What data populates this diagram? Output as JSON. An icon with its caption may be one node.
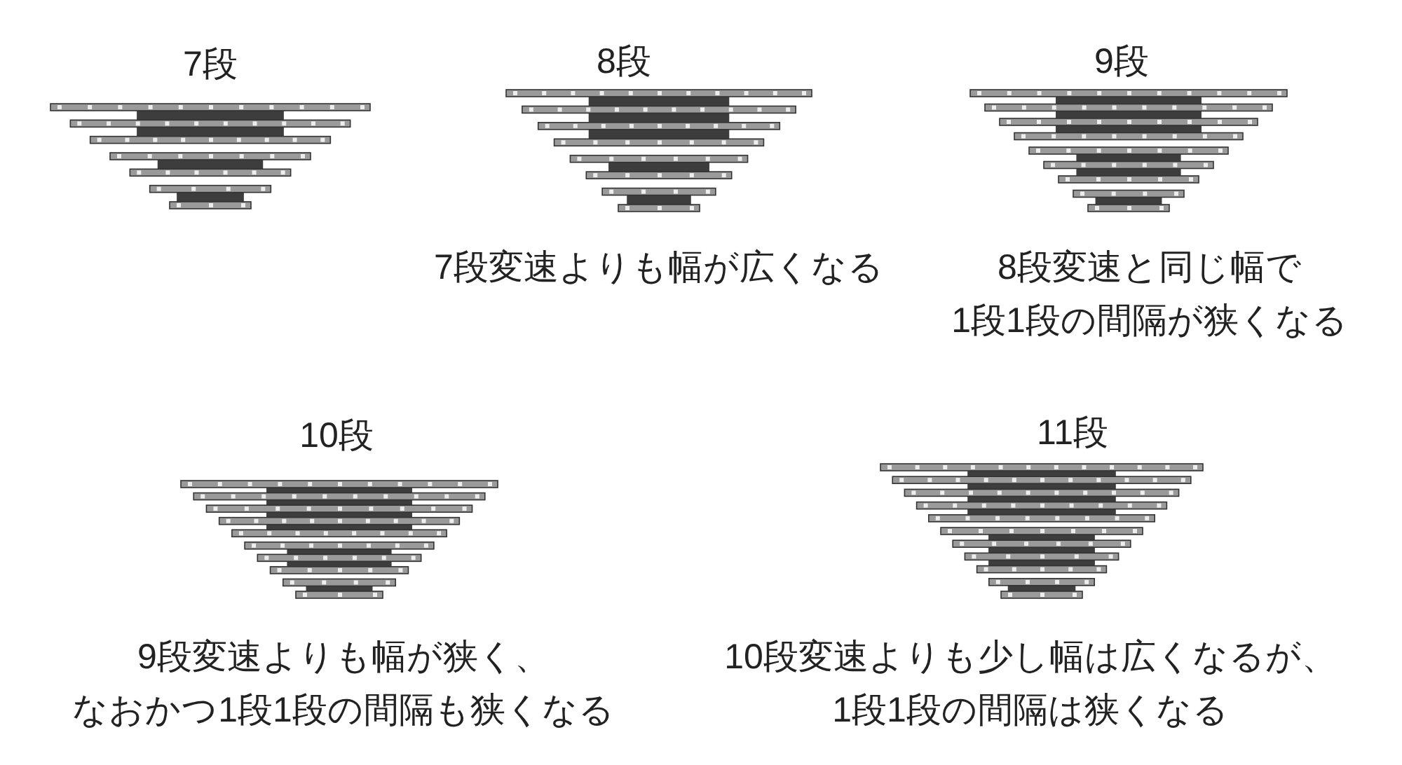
{
  "diagram": {
    "labels": [
      "7段",
      "8段",
      "9段",
      "7段変速よりも幅が広くなる",
      "8段変速と同じ幅で1段1段の間隔が狭くなる",
      "10段",
      "11段",
      "9段変速よりも幅が狭く、なおかつ1段1段の間隔も狭くなる",
      "10段変速よりも少し幅は広くなるが、1段1段の間隔は狭くなる"
    ]
  }
}
